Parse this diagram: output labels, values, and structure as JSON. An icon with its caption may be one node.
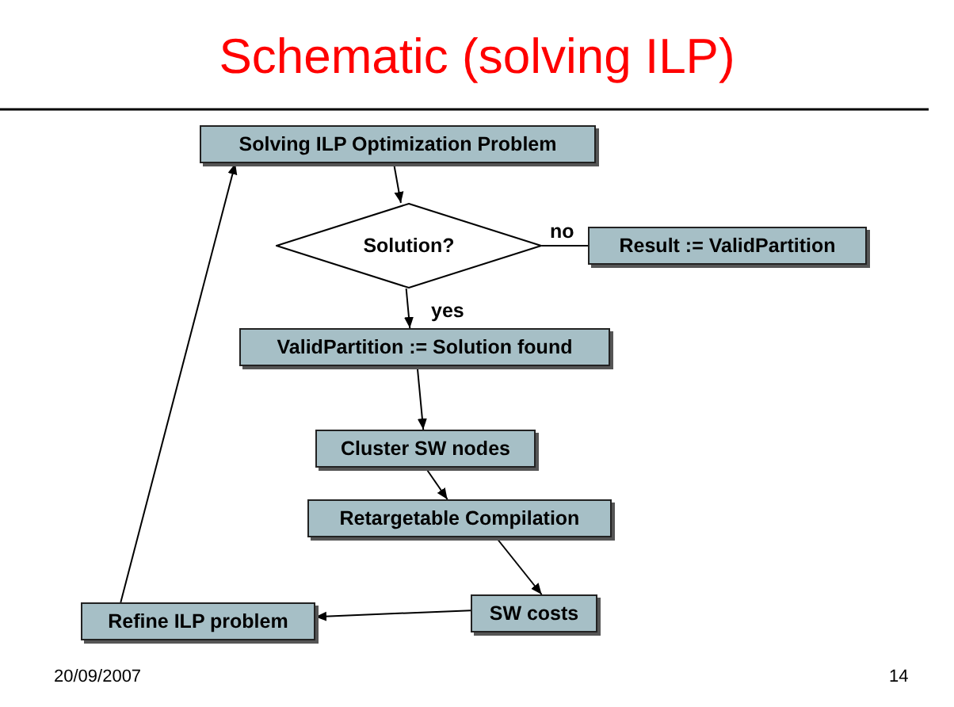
{
  "diagram": {
    "title": "Schematic (solving ILP)",
    "nodes": [
      {
        "text": [
          "Solving ILP Optimization Problem"
        ]
      },
      {
        "text": [
          "Solution?"
        ]
      },
      {
        "text": [
          "Result := ValidPartition"
        ]
      },
      {
        "text": [
          "ValidPartition := Solution found"
        ]
      },
      {
        "text": [
          "Cluster SW nodes"
        ]
      },
      {
        "text": [
          "Retargetable Compilation"
        ]
      },
      {
        "text": [
          "SW costs"
        ]
      },
      {
        "text": [
          "Refine ILP problem"
        ]
      }
    ],
    "edges": [
      {
        "from": 0,
        "to": 1,
        "arrow": "to"
      },
      {
        "from": 1,
        "to": 2,
        "arrow": "none",
        "label": "no"
      },
      {
        "from": 1,
        "to": 3,
        "arrow": "to",
        "label": "yes"
      },
      {
        "from": 3,
        "to": 4,
        "arrow": "to"
      },
      {
        "from": 4,
        "to": 5,
        "arrow": "to"
      },
      {
        "from": 5,
        "to": 6,
        "arrow": "to"
      },
      {
        "from": 6,
        "to": 7,
        "arrow": "to"
      },
      {
        "from": 7,
        "to": 0,
        "arrow": "to"
      }
    ],
    "labels": [
      "20/09/2007",
      "14"
    ]
  }
}
